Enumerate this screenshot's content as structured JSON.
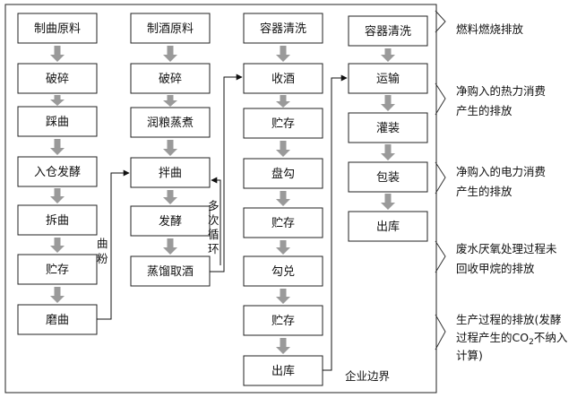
{
  "columns": [
    {
      "id": "qu",
      "nodes": [
        "制曲原料",
        "破碎",
        "踩曲",
        "入仓发酵",
        "拆曲",
        "贮存",
        "磨曲"
      ]
    },
    {
      "id": "jiu",
      "nodes": [
        "制酒原料",
        "破碎",
        "润粮蒸煮",
        "拌曲",
        "发酵",
        "蒸馏取酒"
      ]
    },
    {
      "id": "gou",
      "nodes": [
        "容器清洗",
        "收酒",
        "贮存",
        "盘勾",
        "贮存",
        "勾兑",
        "贮存",
        "出库"
      ]
    },
    {
      "id": "bao",
      "nodes": [
        "容器清洗",
        "运输",
        "灌装",
        "包装",
        "出库"
      ]
    }
  ],
  "connector_labels": {
    "qu_fen": [
      "曲",
      "粉"
    ],
    "cycle": [
      "多",
      "次",
      "循",
      "环"
    ]
  },
  "boundary_label": "企业边界",
  "emission_sources": [
    {
      "lines": [
        "燃料燃烧排放"
      ]
    },
    {
      "lines": [
        "净购入的热力消费",
        "产生的排放"
      ]
    },
    {
      "lines": [
        "净购入的电力消费",
        "产生的排放"
      ]
    },
    {
      "lines": [
        "废水厌氧处理过程未",
        "回收甲烷的排放"
      ]
    },
    {
      "lines": [
        "生产过程的排放(发酵",
        "过程产生的CO",
        "2",
        "不纳入",
        "计算)"
      ]
    }
  ],
  "colors": {
    "line": "#111111",
    "flow_arrow": "#9a9a9a",
    "box_fill": "#ffffff"
  }
}
